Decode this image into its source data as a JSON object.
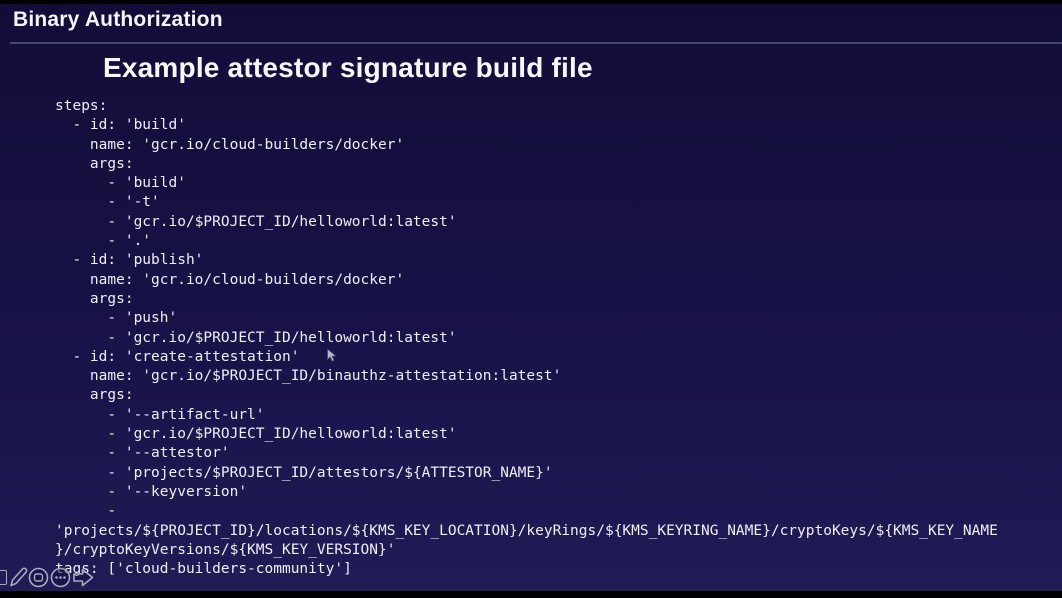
{
  "header": {
    "app_title": "Binary Authorization"
  },
  "slide": {
    "title": "Example attestor signature build file",
    "code_lines": [
      "steps:",
      "  - id: 'build'",
      "    name: 'gcr.io/cloud-builders/docker'",
      "    args:",
      "      - 'build'",
      "      - '-t'",
      "      - 'gcr.io/$PROJECT_ID/helloworld:latest'",
      "      - '.'",
      "  - id: 'publish'",
      "    name: 'gcr.io/cloud-builders/docker'",
      "    args:",
      "      - 'push'",
      "      - 'gcr.io/$PROJECT_ID/helloworld:latest'",
      "  - id: 'create-attestation'",
      "    name: 'gcr.io/$PROJECT_ID/binauthz-attestation:latest'",
      "    args:",
      "      - '--artifact-url'",
      "      - 'gcr.io/$PROJECT_ID/helloworld:latest'",
      "      - '--attestor'",
      "      - 'projects/$PROJECT_ID/attestors/${ATTESTOR_NAME}'",
      "      - '--keyversion'",
      "      -",
      "'projects/${PROJECT_ID}/locations/${KMS_KEY_LOCATION}/keyRings/${KMS_KEYRING_NAME}/cryptoKeys/${KMS_KEY_NAME",
      "}/cryptoKeyVersions/${KMS_KEY_VERSION}'",
      "tags: ['cloud-builders-community']"
    ]
  },
  "toolbar": {
    "icons": [
      "square-icon",
      "pencil-icon",
      "record-icon",
      "ellipsis-icon",
      "arrow-right-icon"
    ]
  },
  "colors": {
    "background_top": "#120d38",
    "background_bottom": "#211b56",
    "divider": "#50507f",
    "text": "#eeeef6",
    "letterbox": "#000000",
    "icon_stroke": "#a9a9c0"
  }
}
